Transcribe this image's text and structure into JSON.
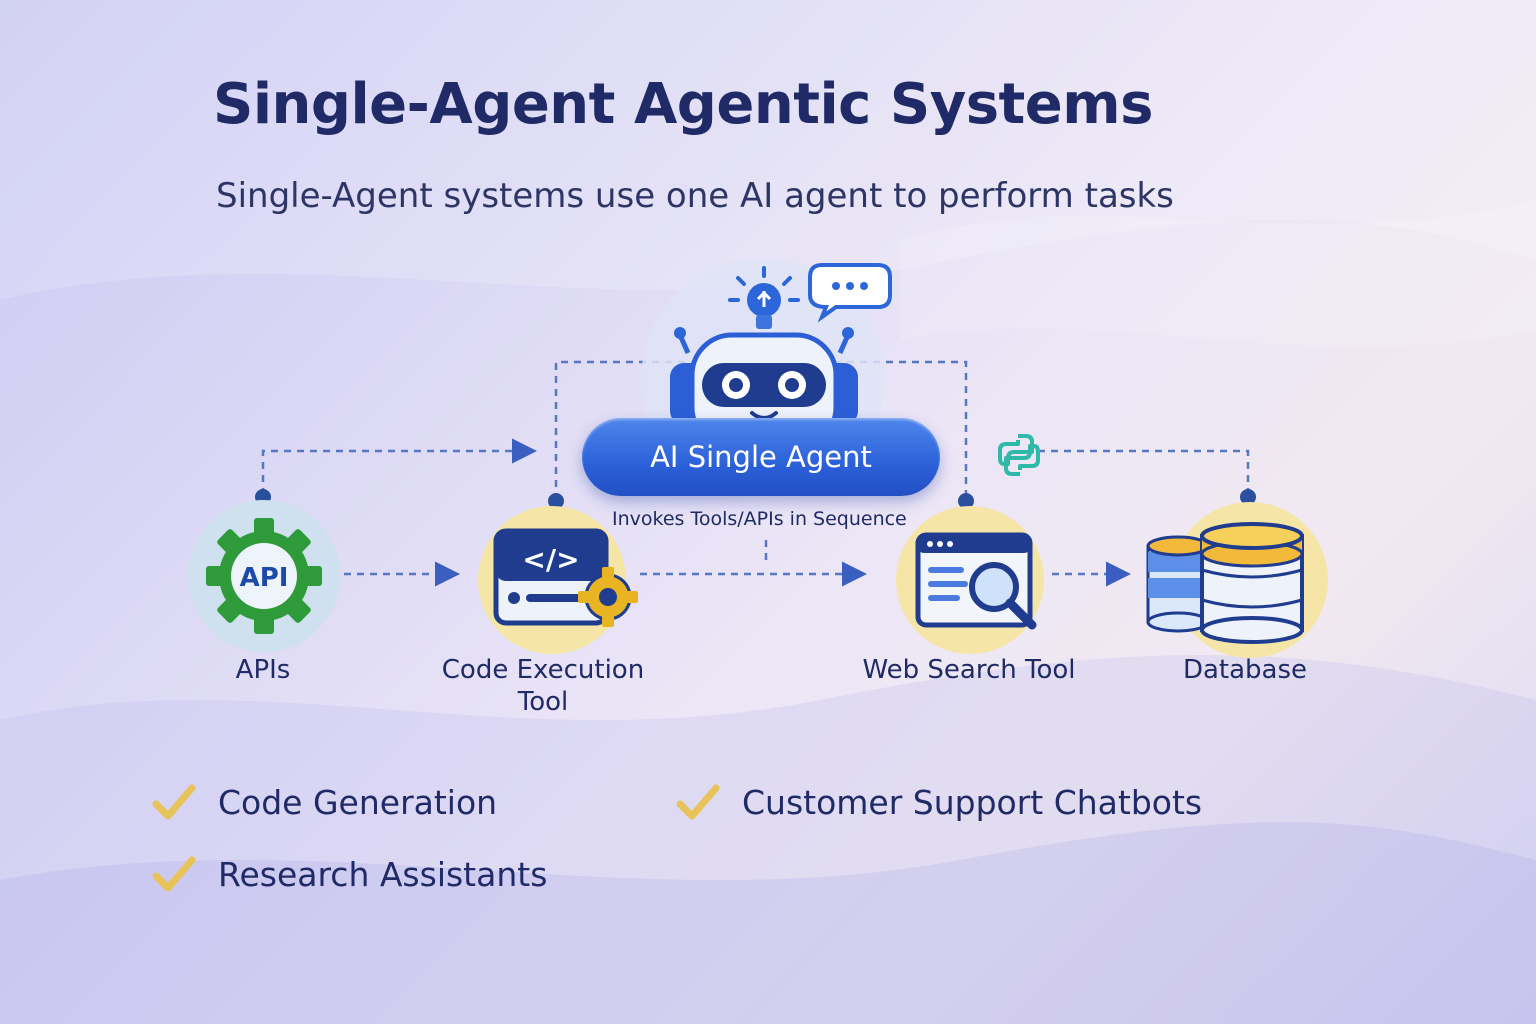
{
  "title": "Single-Agent Agentic Systems",
  "subtitle": "Single-Agent systems use one AI agent to perform tasks",
  "agent": {
    "label": "AI Single Agent",
    "caption": "Invokes Tools/APIs in Sequence",
    "icon": "robot-icon"
  },
  "tools": [
    {
      "label": "APIs",
      "icon": "api-gear-icon",
      "badge": "API"
    },
    {
      "label": "Code Execution Tool",
      "icon": "code-window-icon"
    },
    {
      "label": "Web Search Tool",
      "icon": "web-search-icon"
    },
    {
      "label": "Database",
      "icon": "database-icon"
    }
  ],
  "features": [
    "Code Generation",
    "Customer Support Chatbots",
    "Research Assistants"
  ],
  "colors": {
    "title": "#1f2a66",
    "agent_pill": "#2b60d8",
    "api_gear": "#2f9a3a",
    "icon_circle": "#f5e6a8",
    "connector": "#5577c4",
    "check": "#e8c35a"
  }
}
